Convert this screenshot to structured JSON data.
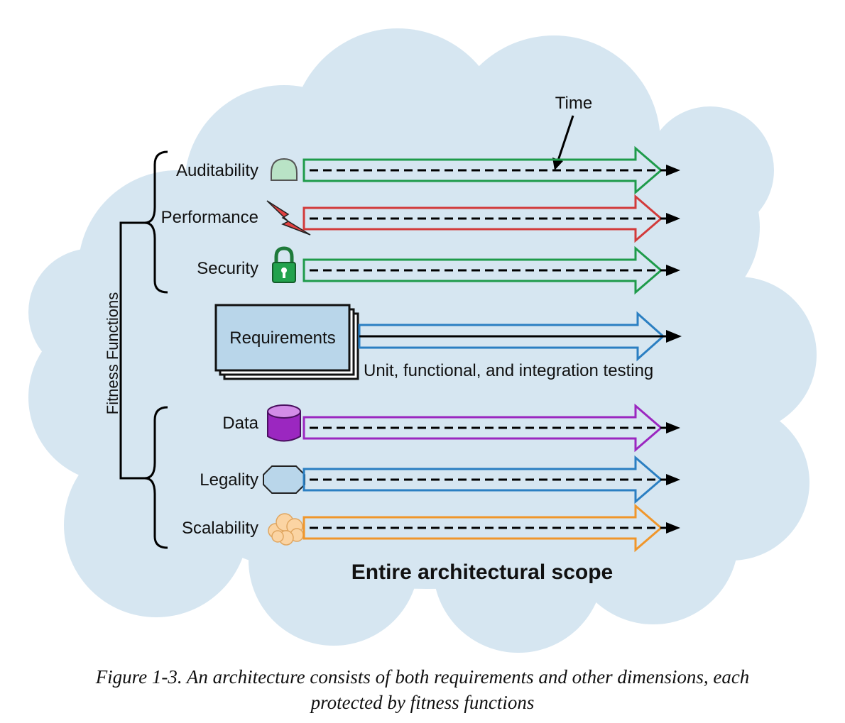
{
  "time_label": "Time",
  "fitness_functions_label": "Fitness Functions",
  "requirements_label": "Requirements",
  "testing_label": "Unit, functional, and integration testing",
  "scope_label": "Entire architectural scope",
  "caption": {
    "line1": "Figure 1-3. An architecture consists of both requirements and other dimensions, each",
    "line2": "protected by fitness functions"
  },
  "dimensions": [
    {
      "key": "auditability",
      "label": "Auditability",
      "icon": "dome-icon",
      "color": "#1e9b4a"
    },
    {
      "key": "performance",
      "label": "Performance",
      "icon": "lightning-bolt-icon",
      "color": "#d23a3a"
    },
    {
      "key": "security",
      "label": "Security",
      "icon": "padlock-icon",
      "color": "#1e9b4a"
    },
    {
      "key": "data",
      "label": "Data",
      "icon": "database-cylinder-icon",
      "color": "#9b27c0"
    },
    {
      "key": "legality",
      "label": "Legality",
      "icon": "octagon-icon",
      "color": "#2b7fc2"
    },
    {
      "key": "scalability",
      "label": "Scalability",
      "icon": "cloud-icon",
      "color": "#f0962b"
    }
  ],
  "requirements_arrow_color": "#2b7fc2",
  "cloud_color": "#d6e6f1"
}
